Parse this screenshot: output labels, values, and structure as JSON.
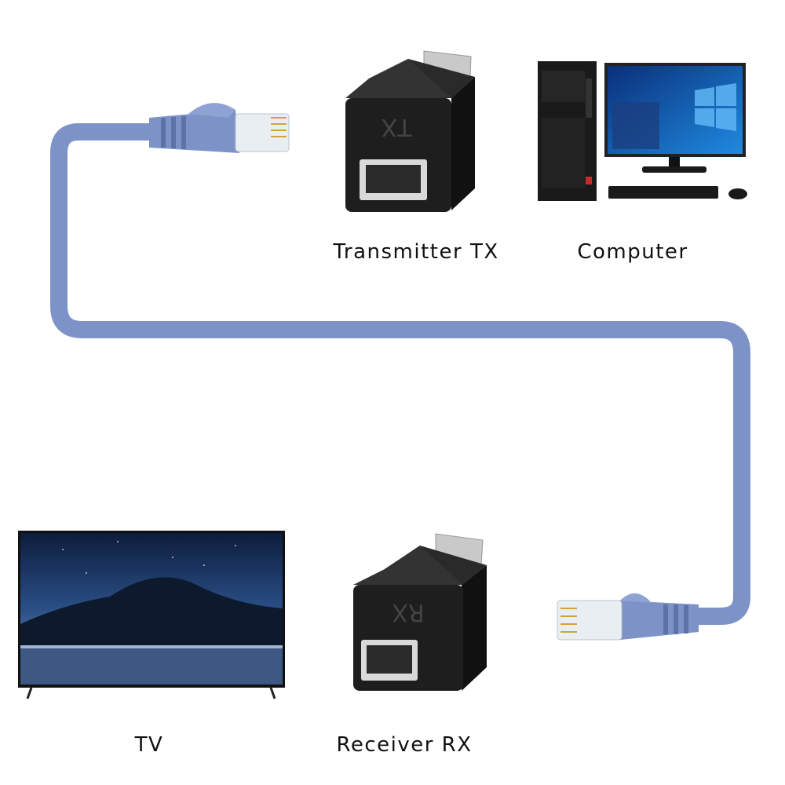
{
  "labels": {
    "transmitter": "Transmitter TX",
    "computer": "Computer",
    "tv": "TV",
    "receiver": "Receiver RX"
  },
  "adapter_marks": {
    "tx": "TX",
    "rx": "RX"
  },
  "colors": {
    "cable": "#7d93c8",
    "adapter": "#1e1e1e",
    "screen": "#1f6fd1",
    "tv_sky": "#1c3a6e"
  }
}
